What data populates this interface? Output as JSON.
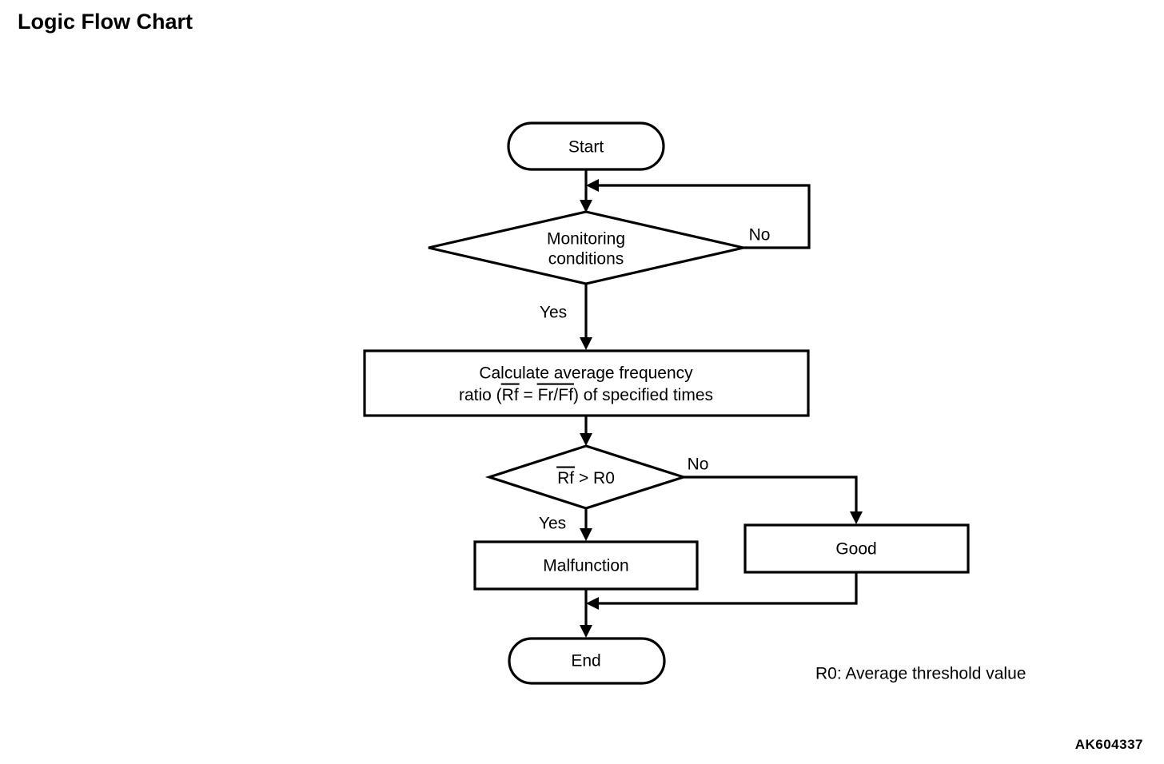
{
  "page": {
    "title": "Logic Flow Chart",
    "figure_code": "AK604337",
    "background_color": "#ffffff",
    "line_color": "#000000"
  },
  "chart_data": {
    "type": "diagram",
    "diagram_type": "flowchart",
    "title": "Logic Flow Chart",
    "nodes": [
      {
        "id": "start",
        "shape": "stadium",
        "label": "Start"
      },
      {
        "id": "monitoring",
        "shape": "diamond",
        "label_line1": "Monitoring",
        "label_line2": "conditions"
      },
      {
        "id": "calculate",
        "shape": "rectangle",
        "label_line1": "Calculate average frequency",
        "label_line2_pre": "ratio (",
        "label_line2_var1": "Rf",
        "label_line2_mid": " = ",
        "label_line2_var2": "Fr/Ff",
        "label_line2_post": ") of specified times"
      },
      {
        "id": "compare",
        "shape": "diamond",
        "label_var": "Rf",
        "label_rest": " > R0"
      },
      {
        "id": "malfunction",
        "shape": "rectangle",
        "label": "Malfunction"
      },
      {
        "id": "good",
        "shape": "rectangle",
        "label": "Good"
      },
      {
        "id": "end",
        "shape": "stadium",
        "label": "End"
      }
    ],
    "edges": [
      {
        "from": "start",
        "to": "monitoring",
        "label": ""
      },
      {
        "from": "monitoring",
        "to": "monitoring",
        "label": "No"
      },
      {
        "from": "monitoring",
        "to": "calculate",
        "label": "Yes"
      },
      {
        "from": "calculate",
        "to": "compare",
        "label": ""
      },
      {
        "from": "compare",
        "to": "malfunction",
        "label": "Yes"
      },
      {
        "from": "compare",
        "to": "good",
        "label": "No"
      },
      {
        "from": "malfunction",
        "to": "end",
        "label": ""
      },
      {
        "from": "good",
        "to": "end",
        "label": ""
      }
    ],
    "legend": "R0: Average threshold value"
  },
  "flow": {
    "start": {
      "label": "Start"
    },
    "monitoring": {
      "line1": "Monitoring",
      "line2": "conditions"
    },
    "calculate": {
      "line1": "Calculate average frequency",
      "line2_pre": "ratio (",
      "line2_var1": "Rf",
      "line2_mid": " = ",
      "line2_var2": "Fr/Ff",
      "line2_post": ") of specified times"
    },
    "compare": {
      "var": "Rf",
      "rest": " > R0"
    },
    "malfunction": {
      "label": "Malfunction"
    },
    "good": {
      "label": "Good"
    },
    "end": {
      "label": "End"
    },
    "labels": {
      "no_monitoring": "No",
      "yes_monitoring": "Yes",
      "no_compare": "No",
      "yes_compare": "Yes"
    },
    "legend": "R0: Average threshold value"
  }
}
